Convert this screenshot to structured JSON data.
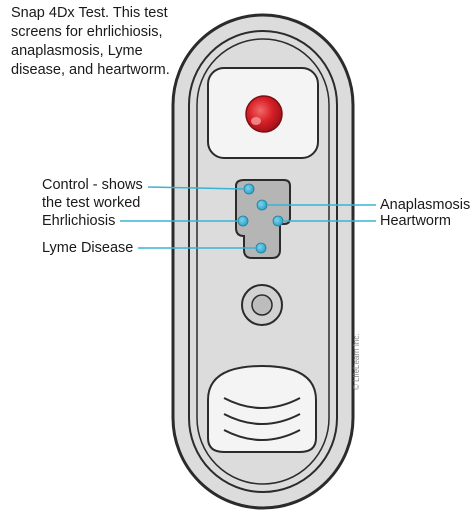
{
  "caption": {
    "lines": [
      "Snap 4Dx Test. This test",
      "screens for ehrlichiosis,",
      "anaplasmosis, Lyme",
      "disease, and heartworm."
    ]
  },
  "labels": {
    "control_line1": "Control - shows",
    "control_line2": "the test worked",
    "ehrlichiosis": "Ehrlichiosis",
    "lyme": "Lyme Disease",
    "anaplasmosis": "Anaplasmosis",
    "heartworm": "Heartworm"
  },
  "credit": "© LifeLearn Inc.",
  "colors": {
    "outline": "#2b2b2b",
    "device_fill": "#dcdcdc",
    "window_fill": "#f4f4f4",
    "sample_well": "#d92027",
    "result_window": "#b5b5b5",
    "spot": "#3ab3d6",
    "leader_line": "#3ab3d6"
  },
  "icons": {
    "sample_well": "red-sample-well-icon",
    "activator": "round-activator-button-icon",
    "grip": "ridged-grip-icon"
  }
}
